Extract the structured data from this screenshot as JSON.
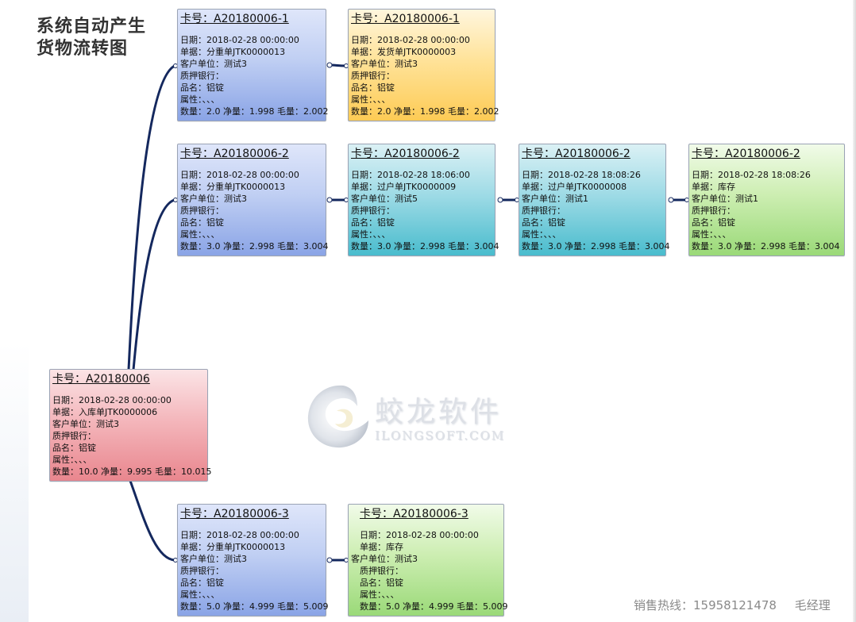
{
  "page": {
    "title_line1": "系统自动产生",
    "title_line2": "货物流转图"
  },
  "watermark": {
    "brand": "蛟龙软件",
    "url": "ILONGSOFT.COM"
  },
  "footer": {
    "hotline": "销售热线：15958121478",
    "contact": "毛经理"
  },
  "cards": {
    "root": {
      "title": "卡号：A20180006",
      "date": "日期：2018-02-28  00:00:00",
      "doc": "单据：入库单JTK0000006",
      "client": "客户单位：测试3",
      "bank": "质押银行：",
      "product": "品名：铝锭",
      "attr": "属性：、、、",
      "qty": "数量：10.0 净量：9.995 毛量：10.015"
    },
    "s1a": {
      "title": "卡号：A20180006-1",
      "date": "日期：2018-02-28  00:00:00",
      "doc": "单据：分重单JTK0000013",
      "client": "客户单位：测试3",
      "bank": "质押银行：",
      "product": "品名：铝锭",
      "attr": "属性：、、、",
      "qty": "数量：2.0 净量：1.998 毛量：2.002"
    },
    "s1b": {
      "title": "卡号：A20180006-1",
      "date": "日期：2018-02-28  00:00:00",
      "doc": "单据：发货单JTK0000003",
      "client": "客户单位：测试3",
      "bank": "质押银行：",
      "product": "品名：铝锭",
      "attr": "属性：、、、",
      "qty": "数量：2.0 净量：1.998 毛量：2.002"
    },
    "s2a": {
      "title": "卡号：A20180006-2",
      "date": "日期：2018-02-28  00:00:00",
      "doc": "单据：分重单JTK0000013",
      "client": "客户单位：测试3",
      "bank": "质押银行：",
      "product": "品名：铝锭",
      "attr": "属性：、、、",
      "qty": "数量：3.0 净量：2.998 毛量：3.004"
    },
    "s2b": {
      "title": "卡号：A20180006-2",
      "date": "日期：2018-02-28  18:06:00",
      "doc": "单据：过户单JTK0000009",
      "client": "客户单位：测试5",
      "bank": "质押银行：",
      "product": "品名：铝锭",
      "attr": "属性：、、、",
      "qty": "数量：3.0 净量：2.998 毛量：3.004"
    },
    "s2c": {
      "title": "卡号：A20180006-2",
      "date": "日期：2018-02-28  18:08:26",
      "doc": "单据：过户单JTK0000008",
      "client": "客户单位：测试1",
      "bank": "质押银行：",
      "product": "品名：铝锭",
      "attr": "属性：、、、",
      "qty": "数量：3.0 净量：2.998 毛量：3.004"
    },
    "s2d": {
      "title": "卡号：A20180006-2",
      "date": "日期：2018-02-28  18:08:26",
      "doc": "单据：库存",
      "client": "客户单位：测试1",
      "bank": "质押银行：",
      "product": "品名：铝锭",
      "attr": "属性：、、、",
      "qty": "数量：3.0 净量：2.998 毛量：3.004"
    },
    "s3a": {
      "title": "卡号：A20180006-3",
      "date": "日期：2018-02-28  00:00:00",
      "doc": "单据：分重单JTK0000013",
      "client": "客户单位：测试3",
      "bank": "质押银行：",
      "product": "品名：铝锭",
      "attr": "属性：、、、",
      "qty": "数量：5.0 净量：4.999 毛量：5.009"
    },
    "s3b": {
      "title": "卡号：A20180006-3",
      "date": "日期：2018-02-28  00:00:00",
      "doc": "单据：库存",
      "client": "客户单位：测试3",
      "bank": "质押银行：",
      "product": "品名：铝锭",
      "attr": "属性：、、、",
      "qty": "数量：5.0 净量：4.999 毛量：5.009"
    }
  }
}
